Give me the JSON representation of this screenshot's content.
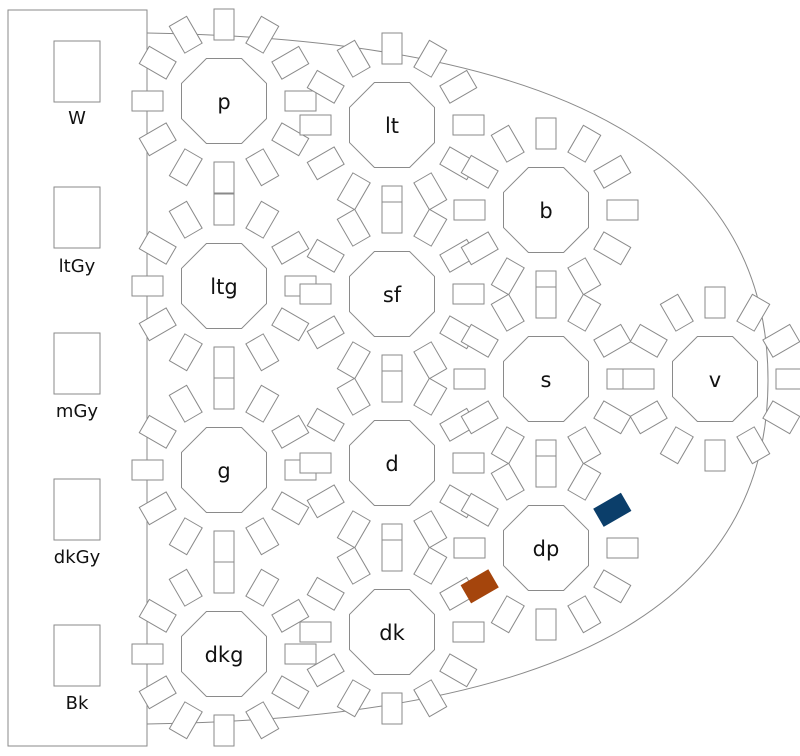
{
  "colors": {
    "stroke": "#8a8a8a",
    "background": "#ffffff",
    "accent_orange": "#a5450c",
    "accent_blue": "#0b3e6a"
  },
  "swatches": [
    {
      "label": "W"
    },
    {
      "label": "ltGy"
    },
    {
      "label": "mGy"
    },
    {
      "label": "dkGy"
    },
    {
      "label": "Bk"
    }
  ],
  "tables": [
    {
      "label": "p"
    },
    {
      "label": "ltg"
    },
    {
      "label": "g"
    },
    {
      "label": "dkg"
    },
    {
      "label": "lt"
    },
    {
      "label": "sf"
    },
    {
      "label": "d"
    },
    {
      "label": "dk"
    },
    {
      "label": "b"
    },
    {
      "label": "s"
    },
    {
      "label": "dp",
      "highlighted_seats": [
        {
          "seat": 8,
          "color": "accent_orange"
        },
        {
          "seat": 2,
          "color": "accent_blue"
        }
      ]
    },
    {
      "label": "v"
    }
  ]
}
